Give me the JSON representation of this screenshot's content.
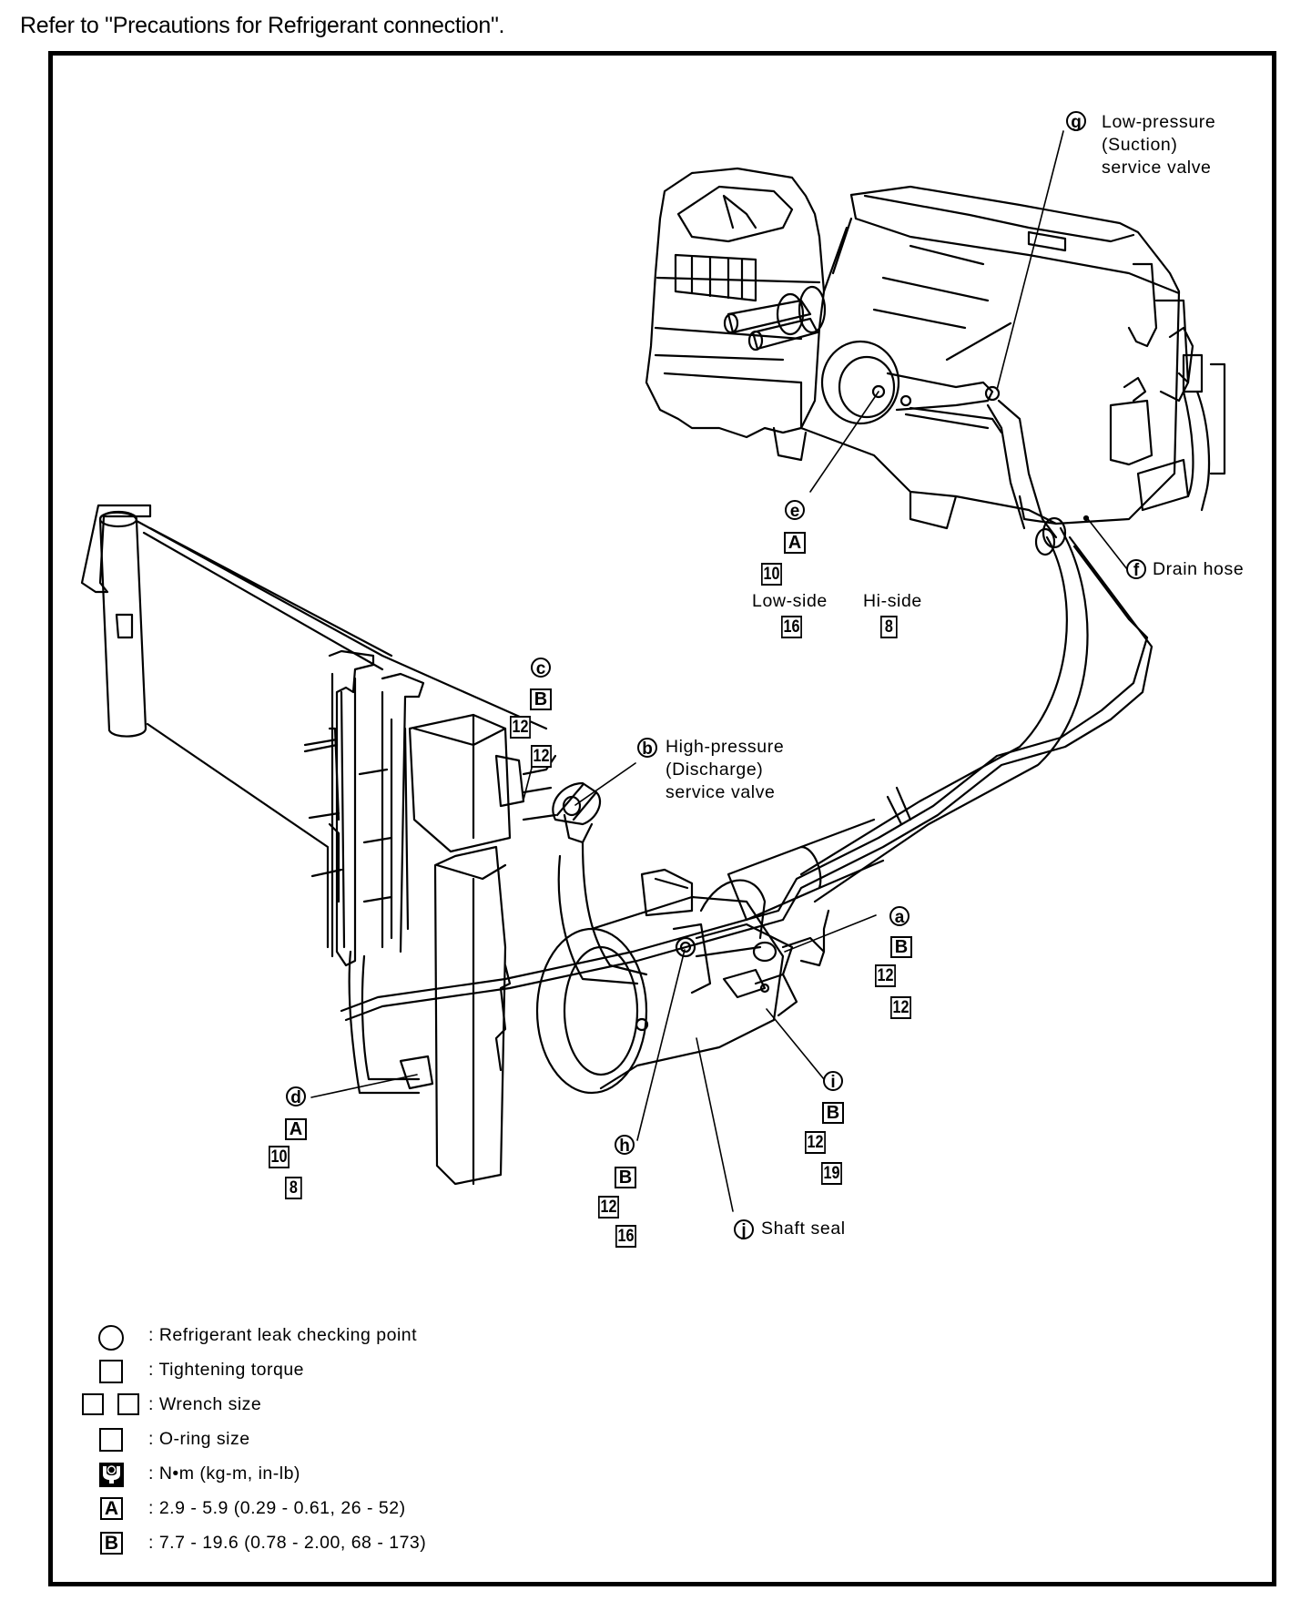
{
  "intro_text": "Refer to \"Precautions for Refrigerant connection\".",
  "callouts": {
    "a": {
      "marker": "a",
      "torque_class": "B",
      "wrench": [
        "12",
        "12"
      ]
    },
    "b": {
      "marker": "b",
      "label_lines": [
        "High-pressure",
        "(Discharge)",
        "service valve"
      ]
    },
    "c": {
      "marker": "c",
      "torque_class": "B",
      "wrench": [
        "12",
        "12"
      ]
    },
    "d": {
      "marker": "d",
      "torque_class": "A",
      "wrench": [
        "10"
      ],
      "oring": "8"
    },
    "e": {
      "marker": "e",
      "torque_class": "A",
      "wrench": [
        "10"
      ],
      "low_side_label": "Low-side",
      "low_side_oring": "16",
      "hi_side_label": "Hi-side",
      "hi_side_oring": "8"
    },
    "f": {
      "marker": "f",
      "label": "Drain hose"
    },
    "g": {
      "marker": "g",
      "label_lines": [
        "Low-pressure",
        "(Suction)",
        "service valve"
      ]
    },
    "h": {
      "marker": "h",
      "torque_class": "B",
      "wrench": [
        "12"
      ],
      "oring": "16"
    },
    "i": {
      "marker": "i",
      "torque_class": "B",
      "wrench": [
        "12"
      ],
      "oring": "19"
    },
    "j": {
      "marker": "j",
      "label": "Shaft seal"
    }
  },
  "legend": {
    "items": [
      {
        "symbol": "circle",
        "text": ": Refrigerant leak checking point"
      },
      {
        "symbol": "square",
        "text": ": Tightening torque"
      },
      {
        "symbol": "double-square",
        "text": ": Wrench size"
      },
      {
        "symbol": "square",
        "text": ": O-ring size"
      },
      {
        "symbol": "torque-wrench-icon",
        "text": ": N•m  (kg-m,  in-lb)"
      },
      {
        "symbol": "A",
        "text": ": 2.9 - 5.9 (0.29 - 0.61, 26 - 52)"
      },
      {
        "symbol": "B",
        "text": ": 7.7 - 19.6 (0.78 - 2.00, 68 - 173)"
      }
    ]
  }
}
